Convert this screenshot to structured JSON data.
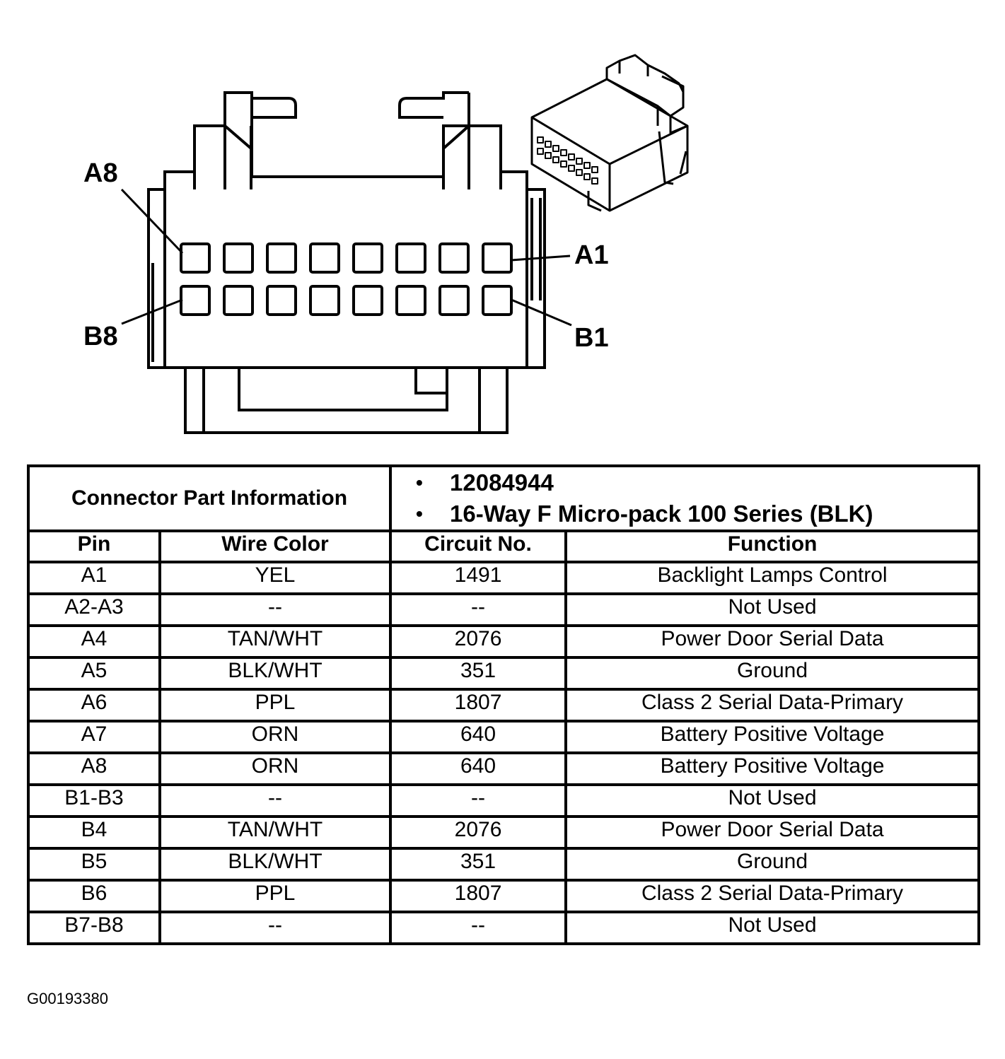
{
  "pin_labels": {
    "a8": "A8",
    "a1": "A1",
    "b8": "B8",
    "b1": "B1"
  },
  "table": {
    "title": "Connector Part Information",
    "part_info": [
      "12084944",
      "16-Way F Micro-pack 100 Series (BLK)"
    ],
    "headers": {
      "pin": "Pin",
      "wire_color": "Wire Color",
      "circuit": "Circuit No.",
      "function": "Function"
    },
    "rows": [
      {
        "pin": "A1",
        "wire": "YEL",
        "circuit": "1491",
        "function": "Backlight Lamps Control"
      },
      {
        "pin": "A2-A3",
        "wire": "--",
        "circuit": "--",
        "function": "Not Used"
      },
      {
        "pin": "A4",
        "wire": "TAN/WHT",
        "circuit": "2076",
        "function": "Power Door Serial Data"
      },
      {
        "pin": "A5",
        "wire": "BLK/WHT",
        "circuit": "351",
        "function": "Ground"
      },
      {
        "pin": "A6",
        "wire": "PPL",
        "circuit": "1807",
        "function": "Class 2 Serial Data-Primary"
      },
      {
        "pin": "A7",
        "wire": "ORN",
        "circuit": "640",
        "function": "Battery Positive Voltage"
      },
      {
        "pin": "A8",
        "wire": "ORN",
        "circuit": "640",
        "function": "Battery Positive Voltage"
      },
      {
        "pin": "B1-B3",
        "wire": "--",
        "circuit": "--",
        "function": "Not Used"
      },
      {
        "pin": "B4",
        "wire": "TAN/WHT",
        "circuit": "2076",
        "function": "Power Door Serial Data"
      },
      {
        "pin": "B5",
        "wire": "BLK/WHT",
        "circuit": "351",
        "function": "Ground"
      },
      {
        "pin": "B6",
        "wire": "PPL",
        "circuit": "1807",
        "function": "Class 2 Serial Data-Primary"
      },
      {
        "pin": "B7-B8",
        "wire": "--",
        "circuit": "--",
        "function": "Not Used"
      }
    ]
  },
  "figure_id": "G00193380"
}
